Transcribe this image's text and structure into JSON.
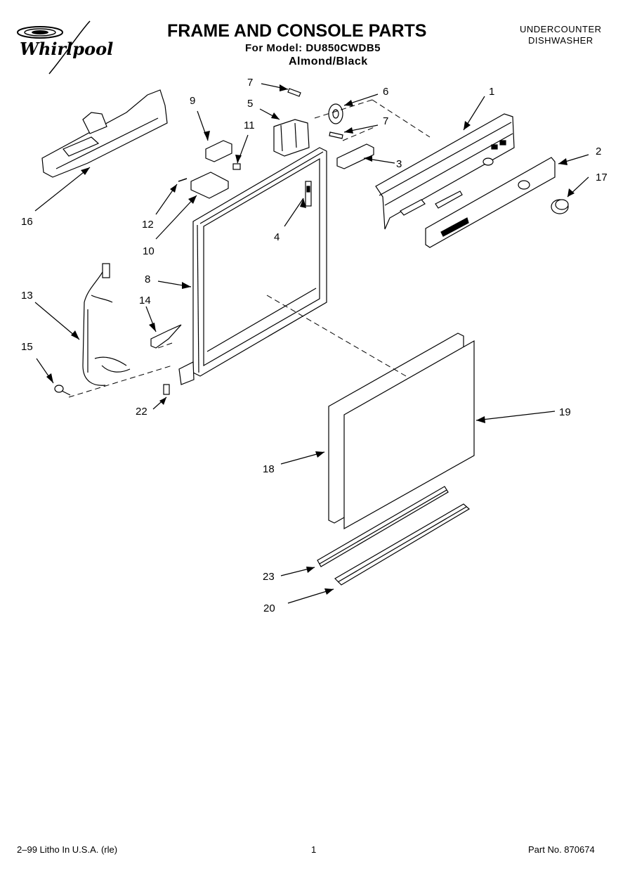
{
  "brand": "Whirlpool",
  "header": {
    "title": "FRAME AND CONSOLE PARTS",
    "model_line": "For Model: DU850CWDB5",
    "color_line": "Almond/Black",
    "type_line1": "UNDERCOUNTER",
    "type_line2": "DISHWASHER"
  },
  "callouts": [
    "1",
    "2",
    "3",
    "4",
    "5",
    "6",
    "7",
    "7",
    "8",
    "9",
    "10",
    "11",
    "12",
    "13",
    "14",
    "15",
    "16",
    "17",
    "18",
    "19",
    "20",
    "22",
    "23"
  ],
  "footer": {
    "left": "2–99 Litho In U.S.A. (rle)",
    "page": "1",
    "part_no": "Part No. 870674"
  }
}
